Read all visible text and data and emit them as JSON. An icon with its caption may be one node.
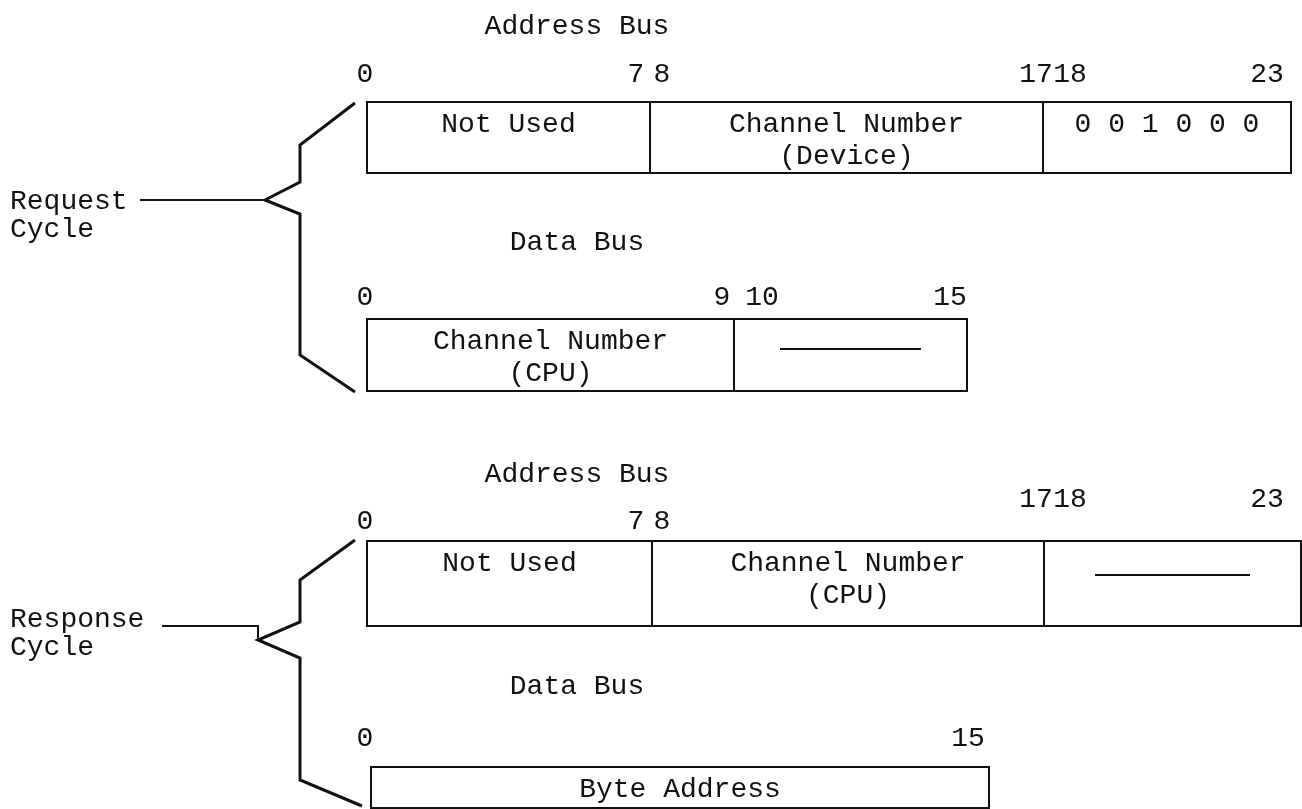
{
  "diagram": {
    "nodes": [
      {
        "text": [
          "Not Used"
        ]
      },
      {
        "text": [
          "Channel Number (Device)"
        ]
      },
      {
        "text": [
          "0 0 1 0 0 0"
        ]
      },
      {
        "text": [
          "Channel Number (CPU)"
        ]
      },
      {
        "text": [],
        "shape": "box"
      },
      {
        "text": [
          "Not Used"
        ]
      },
      {
        "text": [
          "Channel Number (CPU)"
        ]
      },
      {
        "text": [],
        "shape": "box"
      },
      {
        "text": [
          "Byte Address"
        ]
      }
    ],
    "edges": [],
    "labels": [
      "Address Bus",
      "0",
      "7",
      "8",
      "17",
      "18",
      "23",
      "Request Cycle",
      "Data Bus",
      "0",
      "9",
      "10",
      "15",
      "Address Bus",
      "17",
      "18",
      "23",
      "0",
      "7",
      "8",
      "Response Cycle",
      "Data Bus",
      "0",
      "15"
    ]
  }
}
